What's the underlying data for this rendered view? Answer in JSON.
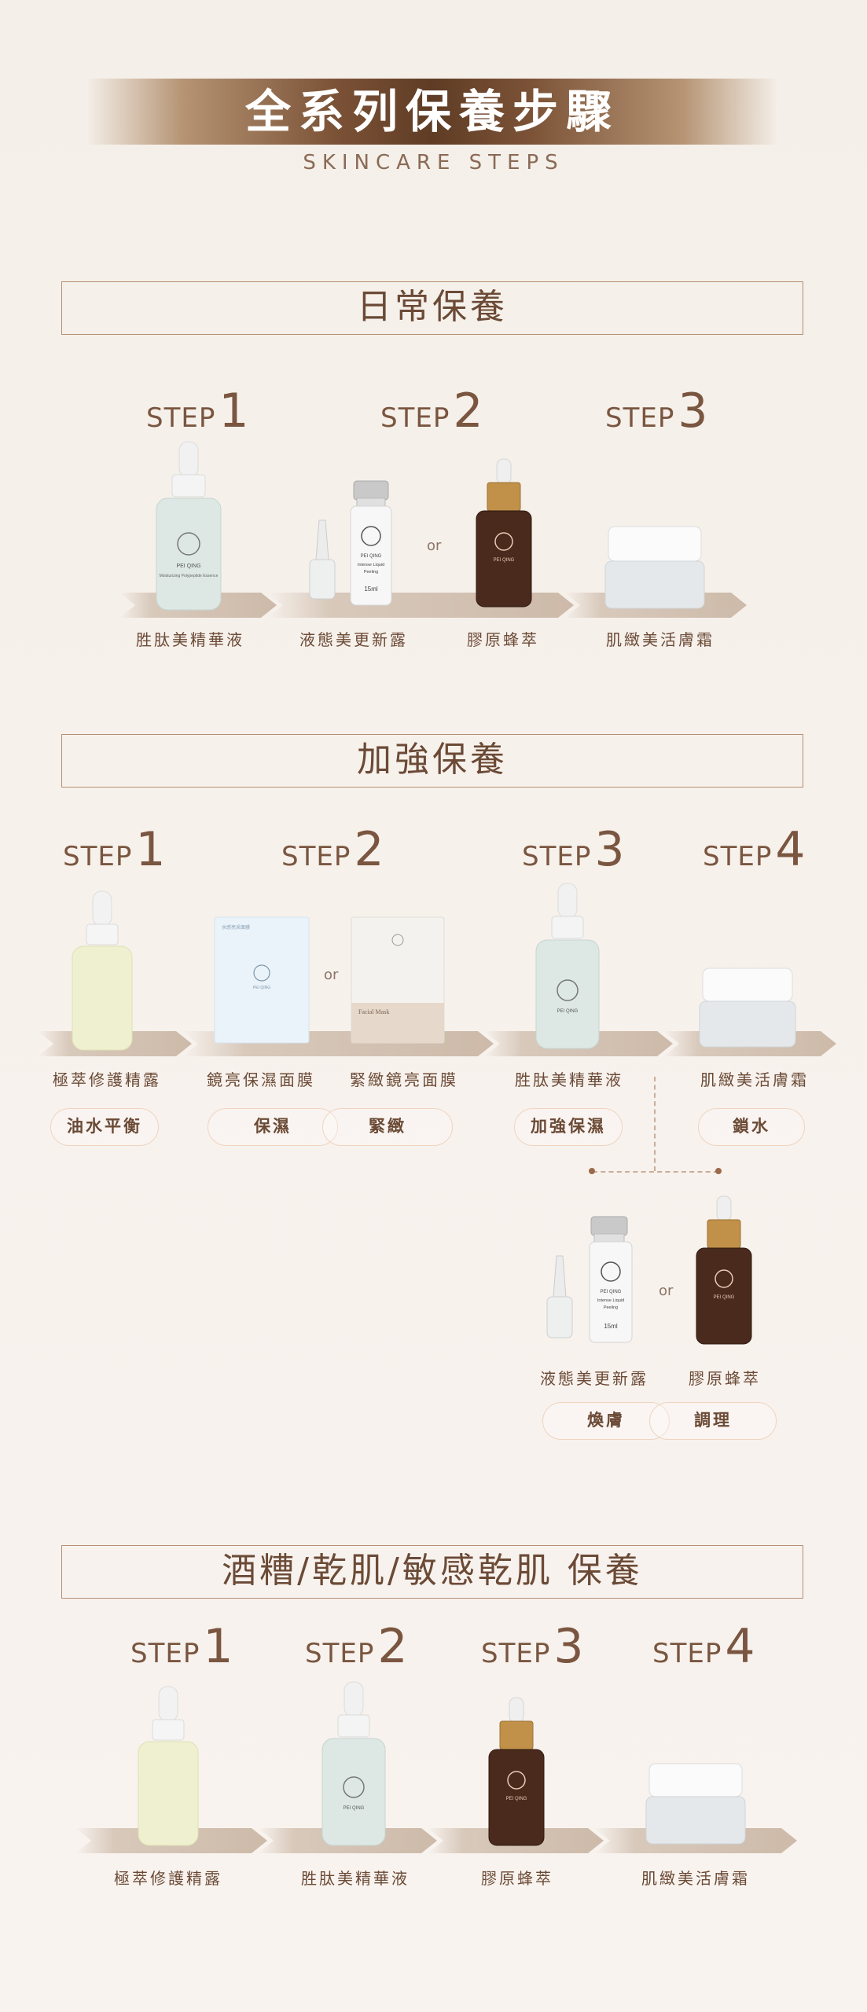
{
  "header": {
    "title": "全系列保養步驟",
    "subtitle": "SKINCARE STEPS"
  },
  "sections": [
    {
      "title": "日常保養",
      "steps": [
        {
          "word": "STEP",
          "num": "1"
        },
        {
          "word": "STEP",
          "num": "2"
        },
        {
          "word": "STEP",
          "num": "3"
        }
      ],
      "products": [
        "胜肽美精華液",
        "液態美更新露",
        "膠原蜂萃",
        "肌緻美活膚霜"
      ],
      "or": "or"
    },
    {
      "title": "加強保養",
      "steps": [
        {
          "word": "STEP",
          "num": "1"
        },
        {
          "word": "STEP",
          "num": "2"
        },
        {
          "word": "STEP",
          "num": "3"
        },
        {
          "word": "STEP",
          "num": "4"
        }
      ],
      "products": [
        "極萃修護精露",
        "鏡亮保濕面膜",
        "緊緻鏡亮面膜",
        "胜肽美精華液",
        "肌緻美活膚霜"
      ],
      "pills": [
        "油水平衡",
        "保濕",
        "緊緻",
        "加強保濕",
        "鎖水"
      ],
      "extra_products": [
        "液態美更新露",
        "膠原蜂萃"
      ],
      "extra_pills": [
        "煥膚",
        "調理"
      ],
      "or": "or",
      "or2": "or"
    },
    {
      "title": "酒糟/乾肌/敏感乾肌 保養",
      "steps": [
        {
          "word": "STEP",
          "num": "1"
        },
        {
          "word": "STEP",
          "num": "2"
        },
        {
          "word": "STEP",
          "num": "3"
        },
        {
          "word": "STEP",
          "num": "4"
        }
      ],
      "products": [
        "極萃修護精露",
        "胜肽美精華液",
        "膠原蜂萃",
        "肌緻美活膚霜"
      ]
    }
  ],
  "product_text": {
    "brand": "PEI QING",
    "serum_line": "Moisturizing Polypeptide Essence",
    "peel_line1": "Intense Liquid",
    "peel_line2": "Peeling",
    "peel_volume": "15ml",
    "mask1_top": "水感亮采面膜",
    "mask2_name": "Facial Mask"
  },
  "colors": {
    "brand_brown": "#6b4a36",
    "bottle_amber": "#4a2a1c",
    "cap_gold": "#b9893c"
  }
}
